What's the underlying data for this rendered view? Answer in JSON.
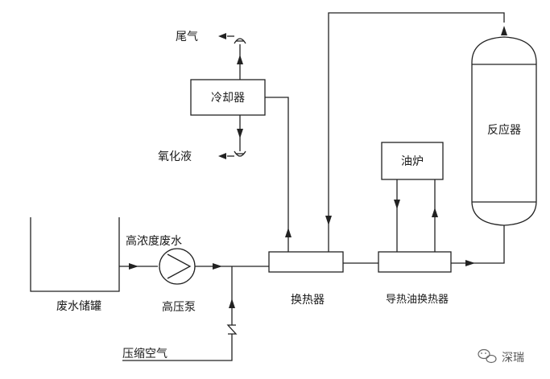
{
  "labels": {
    "tail_gas": "尾气",
    "cooler": "冷却器",
    "oxidized_liquid": "氧化液",
    "oil_furnace": "油炉",
    "reactor": "反应器",
    "high_conc_wastewater": "高浓度废水",
    "wastewater_tank": "废水储罐",
    "high_pressure_pump": "高压泵",
    "heat_exchanger": "换热器",
    "thermal_oil_heat_exchanger": "导热油换热器",
    "compressed_air": "压缩空气"
  },
  "watermark": {
    "text": "深瑞",
    "icon": "wechat-icon"
  },
  "colors": {
    "line": "#222222",
    "text": "#1a1a1a"
  }
}
